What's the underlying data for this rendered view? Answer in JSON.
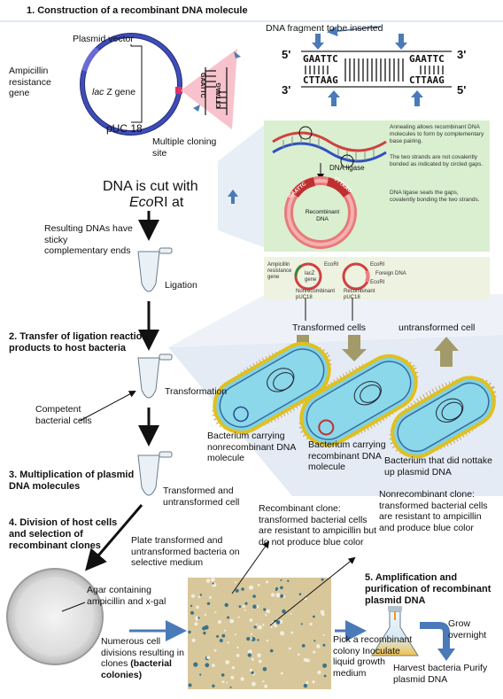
{
  "section1": {
    "title": "1. Construction of a recombinant DNA molecule",
    "plasmid_vector": "Plasmid vector",
    "ampicillin_gene": "Ampicillin resistance gene",
    "lacz_italic": "lac",
    "lacz_rest": " Z gene",
    "puc18": "pUC 18",
    "mcs": "Multiple cloning site",
    "site_top": "GAATTC",
    "site_bottom": "CTTAAG",
    "prime5": "5'",
    "prime3": "3'",
    "dna_fragment": "DNA fragment to be inserted",
    "frag_top_left": "GAATTC",
    "frag_top_right": "GAATTC",
    "frag_bottom_left": "CTTAAG",
    "frag_bottom_right": "CTTAAG",
    "cut_line1": "DNA is cut with",
    "cut_italic": "Eco",
    "cut_rest": "RI at",
    "sticky": "Resulting DNAs have sticky complementary ends",
    "ligation": "Ligation"
  },
  "annealing": {
    "text1": "Annealing allows recombinant DNA molecules to form by complementary base pairing.",
    "text2": "The two strands are not covalently bonded as indicated by circled gaps.",
    "text3": "DNA ligase seals the gaps, covalently bonding the two strands.",
    "ligase_label": "DNA ligase",
    "recombinant_label": "Recombinant DNA",
    "ring_text_left": "GAATTC",
    "ring_text_right": "CTTAAG"
  },
  "plasmids": {
    "amp_label": "Ampicillin resistance gene",
    "lacz_label": "lacZ gene",
    "ecori_left": "EcoRI",
    "nonrecombinant": "Nonrecombinant pUC18",
    "ecori_right_top": "EcoRI",
    "foreign": "Foreign DNA",
    "ecori_right_bottom": "EcoRI",
    "recombinant": "Recombinant pUC18"
  },
  "section2": {
    "title": "2. Transfer of ligation reaction products to host bacteria",
    "transformed_cells": "Transformed cells",
    "untransformed_cell": "untransformed cell",
    "transformation": "Transformation",
    "competent": "Competent bacterial cells",
    "bact1": "Bacterium carrying nonrecombinant DNA molecule",
    "bact2": "Bacterium carrying recombinant DNA molecule",
    "bact3": "Bacterium that did nottake up plasmid DNA"
  },
  "section3": {
    "title": "3. Multiplication of plasmid DNA molecules",
    "transformed": "Transformed and untransformed cell"
  },
  "section4": {
    "title": "4. Division of host cells and selection of recombinant clones",
    "plate": "Plate transformed and untransformed bacteria on selective medium",
    "agar": "Agar containing ampicillin and x-gal",
    "recombinant_clone": "Recombinant clone: transformed bacterial cells are resistant to ampicillin but do not produce blue color",
    "nonrecombinant_clone": "Nonrecombinant clone: transformed bacterial cells are resistant to ampicillin and produce blue color",
    "numerous": "Numerous cell divisions resulting in clones",
    "colonies": "(bacterial colonies)",
    "pick": "Pick a recombinant colony Inoculate liquid growth medium"
  },
  "section5": {
    "title": "5. Amplification and purification of recombinant plasmid DNA",
    "grow": "Grow overnight",
    "harvest": "Harvest bacteria Purify plasmid DNA"
  },
  "colors": {
    "arrow_blue": "#4a7ab8",
    "olive_arrow": "#a39a6a",
    "panel_green": "#d9efd0",
    "panel_blue": "#e4ebf5",
    "cell_cyan": "#7fd3e6",
    "plasmid_red": "#e05a5a",
    "plate_tan": "#d8c79a"
  }
}
